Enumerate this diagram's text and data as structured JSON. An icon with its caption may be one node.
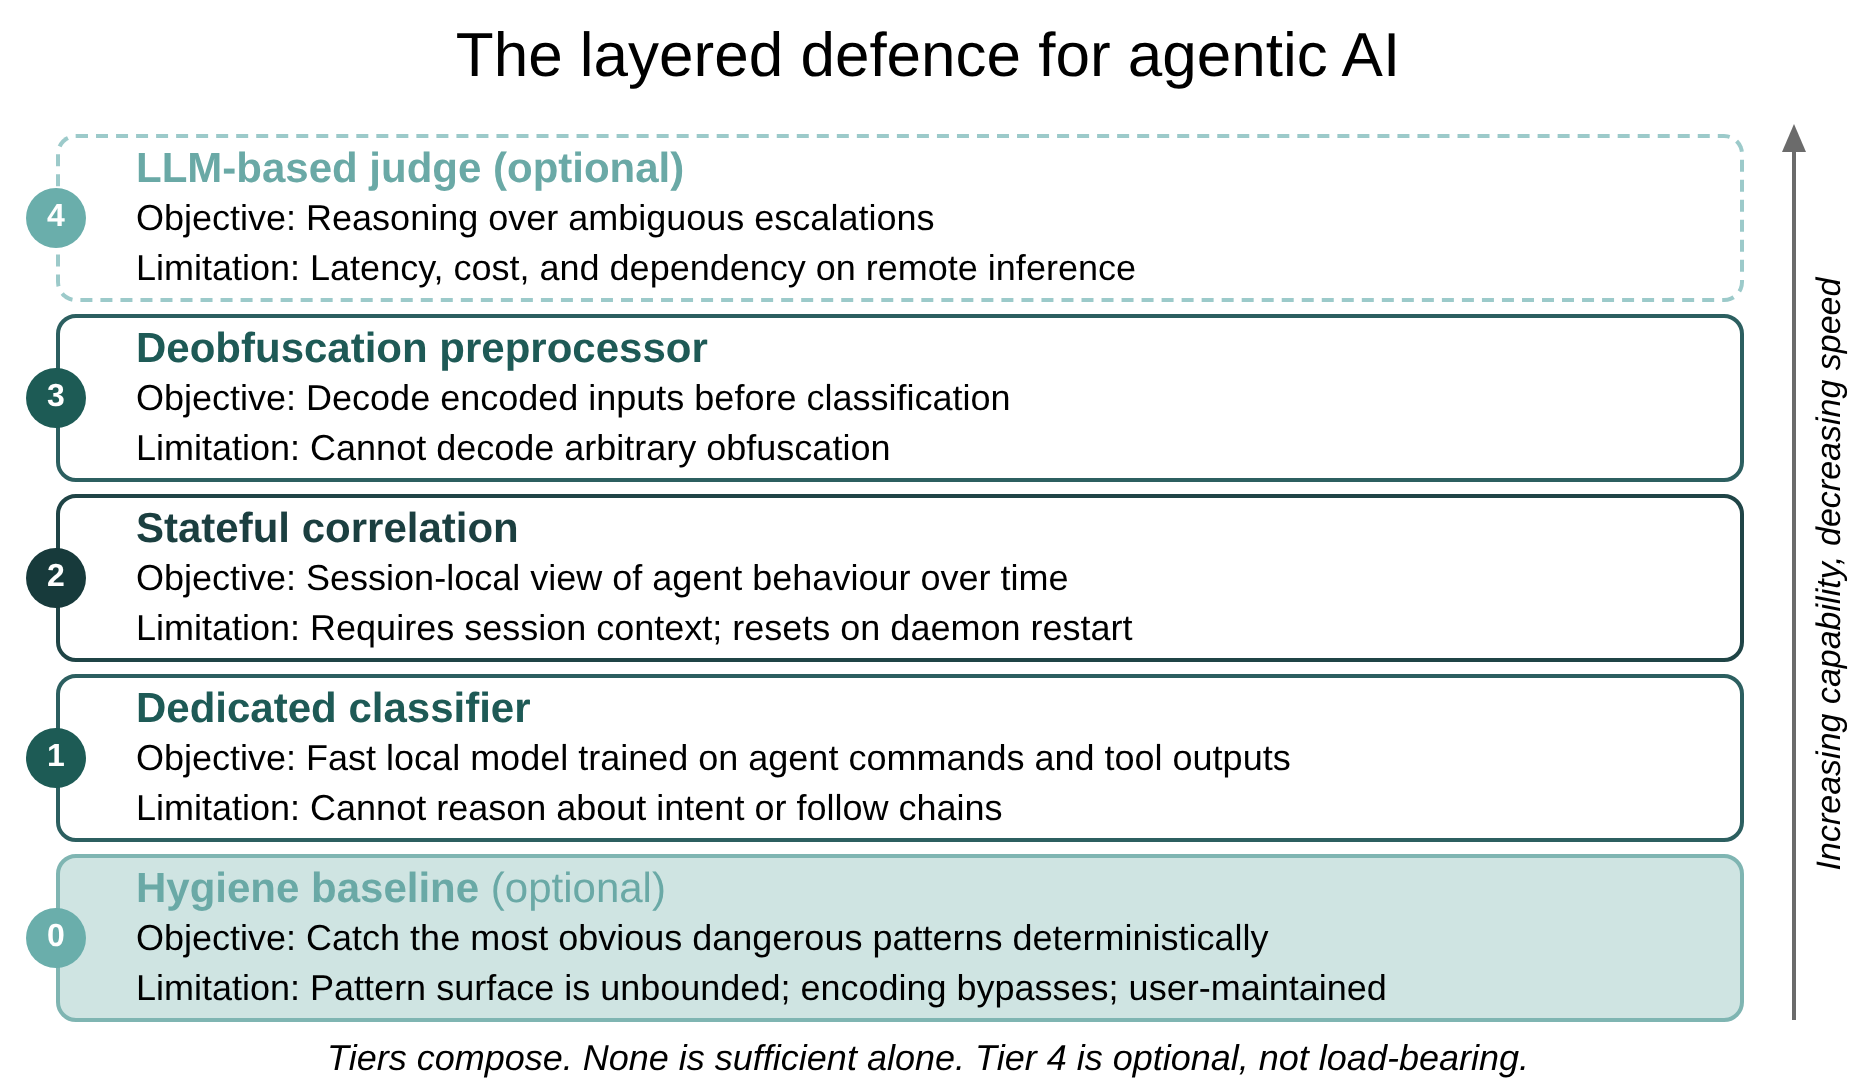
{
  "diagram": {
    "title": "The layered defence for agentic AI",
    "nodes": [
      {
        "text": [
          "LLM-based judge (optional)",
          "Objective: Reasoning over ambiguous escalations",
          "Limitation: Latency, cost, and dependency on remote inference"
        ]
      },
      {
        "text": [
          "4"
        ]
      },
      {
        "text": [
          "Deobfuscation preprocessor",
          "Objective: Decode encoded inputs before classification",
          "Limitation: Cannot decode arbitrary obfuscation"
        ]
      },
      {
        "text": [
          "3"
        ]
      },
      {
        "text": [
          "Stateful correlation",
          "Objective: Session-local view of agent behaviour over time",
          "Limitation: Requires session context; resets on daemon restart"
        ]
      },
      {
        "text": [
          "2"
        ]
      },
      {
        "text": [
          "Dedicated classifier",
          "Objective: Fast local model trained on agent commands and tool outputs",
          "Limitation: Cannot reason about intent or follow chains"
        ]
      },
      {
        "text": [
          "1"
        ]
      },
      {
        "text": [
          "**Hygiene baseline** (optional)",
          "Objective: Catch the most obvious dangerous patterns deterministically",
          "Limitation: Pattern surface is unbounded; encoding bypasses; user-maintained"
        ]
      },
      {
        "text": [
          "0"
        ]
      }
    ],
    "labels": [
      "Increasing capability, decreasing speed"
    ],
    "caption": "Tiers compose. None is sufficient alone. Tier 4 is optional, not load-bearing."
  }
}
